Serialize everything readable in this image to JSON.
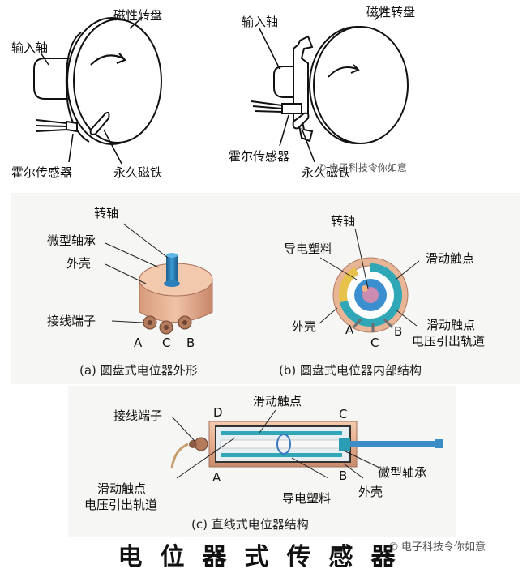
{
  "top_left": {
    "disk": "磁性转盘",
    "shaft": "输入轴",
    "hall": "霍尔传感器",
    "magnet": "永久磁铁"
  },
  "top_right": {
    "disk": "磁性转盘",
    "shaft": "输入轴",
    "hall": "霍尔传感器",
    "magnet": "永久磁铁"
  },
  "watermark_top": "电子科技令你如意",
  "fig_a": {
    "shaft": "转轴",
    "bearing": "微型轴承",
    "shell": "外壳",
    "terminal": "接线端子",
    "pins": [
      "A",
      "C",
      "B"
    ],
    "caption": "(a)  圆盘式电位器外形"
  },
  "fig_b": {
    "shaft": "转轴",
    "plastic": "导电塑料",
    "contact": "滑动触点",
    "shell": "外壳",
    "track": "滑动触点\n电压引出轨道",
    "track_l1": "滑动触点",
    "track_l2": "电压引出轨道",
    "pins": [
      "A",
      "C",
      "B"
    ],
    "caption": "(b)  圆盘式电位器内部结构"
  },
  "fig_c": {
    "contact": "滑动触点",
    "terminal": "接线端子",
    "track_l1": "滑动触点",
    "track_l2": "电压引出轨道",
    "plastic": "导电塑料",
    "shell": "外壳",
    "bearing": "微型轴承",
    "corners": [
      "D",
      "C",
      "A",
      "B"
    ],
    "caption": "(c)  直线式电位器结构"
  },
  "title": "电位器式传感器",
  "watermark_bottom": "电子科技令你如意",
  "colors": {
    "shell": "#e8b79a",
    "shaft_blue": "#2c7fb8",
    "panel_bg": "#f6f6f4",
    "track_cyan": "#2fa7b7"
  }
}
